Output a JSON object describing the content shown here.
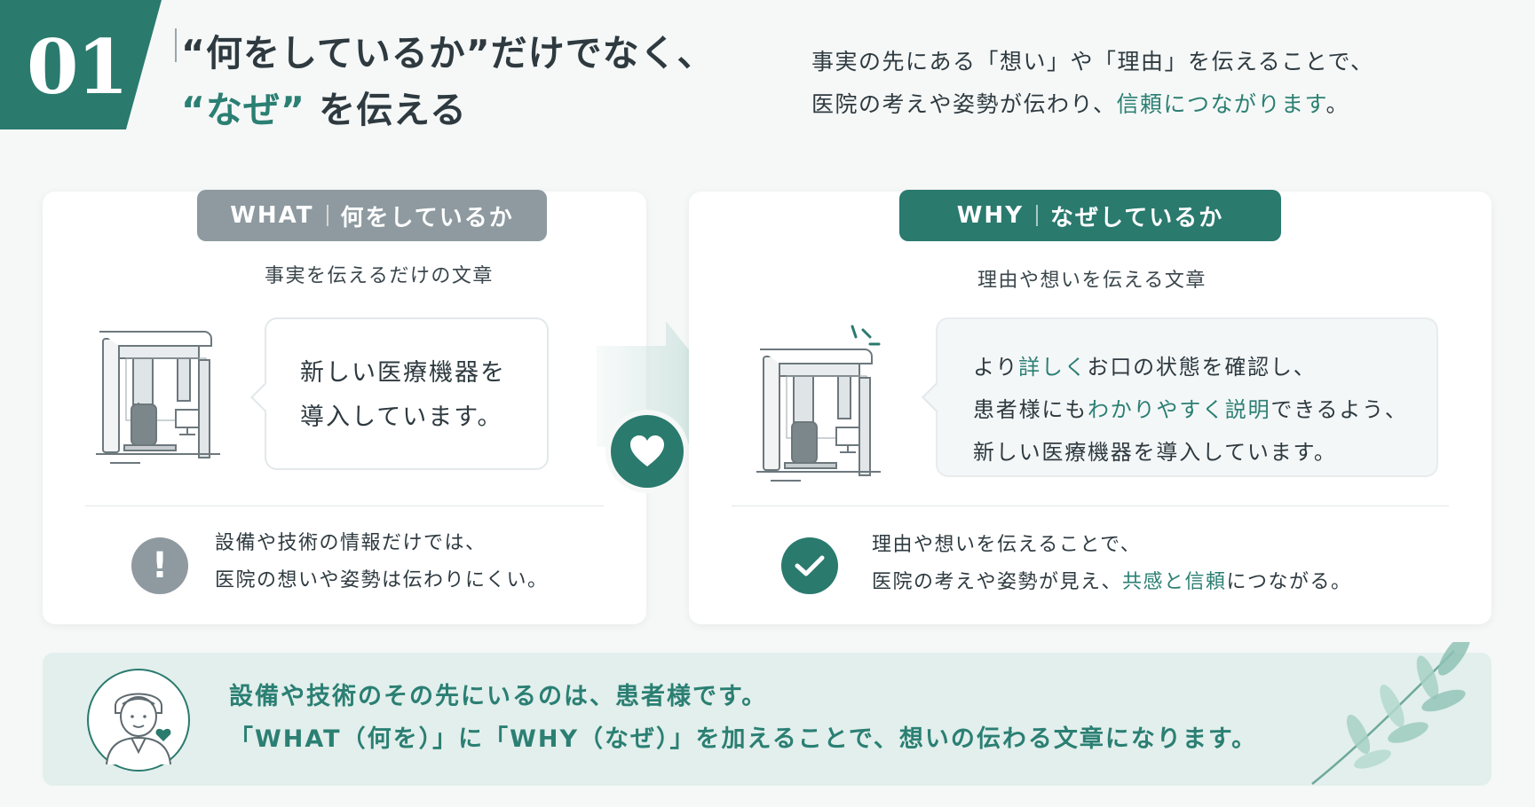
{
  "header": {
    "number": "01",
    "title_line1": "“何をしているか”だけでなく、",
    "title_line2_highlight": "“なぜ”",
    "title_line2_rest": " を伝える",
    "lead_line1": "事実の先にある「想い」や「理由」を伝えることで、",
    "lead_line2_prefix": "医院の考えや姿勢が伝わり、",
    "lead_line2_highlight": "信頼につながります",
    "lead_line2_suffix": "。"
  },
  "what_panel": {
    "tag_en": "WHAT",
    "tag_jp": "何をしているか",
    "subtitle": "事実を伝えるだけの文章",
    "bubble_line1": "新しい医療機器を",
    "bubble_line2": "導入しています。",
    "icon": "exclamation-icon",
    "icon_glyph": "!",
    "note_line1": "設備や技術の情報だけでは、",
    "note_line2": "医院の想いや姿勢は伝わりにくい。"
  },
  "why_panel": {
    "tag_en": "WHY",
    "tag_jp": "なぜしているか",
    "subtitle": "理由や想いを伝える文章",
    "bubble_l1_a": "より",
    "bubble_l1_hl": "詳しく",
    "bubble_l1_b": "お口の状態を確認し、",
    "bubble_l2_a": "患者様にも",
    "bubble_l2_hl": "わかりやすく説明",
    "bubble_l2_b": "できるよう、",
    "bubble_l3": "新しい医療機器を導入しています。",
    "icon": "check-icon",
    "note_line1": "理由や想いを伝えることで、",
    "note_line2_a": "医院の考えや姿勢が見え、",
    "note_line2_hl": "共感と信頼",
    "note_line2_b": "につながる。"
  },
  "footer": {
    "line1": "設備や技術のその先にいるのは、患者様です。",
    "line2": "「WHAT（何を）」に「WHY（なぜ）」を加えることで、想いの伝わる文章になります。"
  },
  "colors": {
    "accent": "#2a7a6e",
    "muted": "#8e9aa0",
    "background": "#f5f8f7",
    "footer_bg": "#e2efec"
  }
}
